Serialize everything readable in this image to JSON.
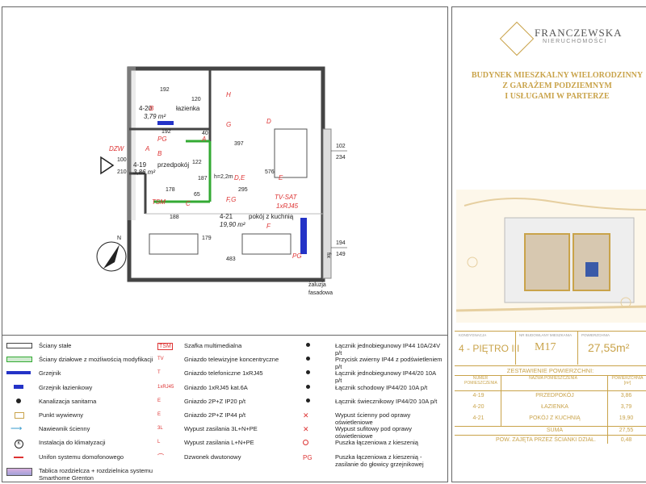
{
  "brand": {
    "name": "FRANCZEWSKA",
    "sub": "NIERUCHOMOŚCI"
  },
  "building": {
    "line1": "BUDYNEK MIESZKALNY WIELORODZINNY",
    "line2": "Z GARAŻEM PODZIEMNYM",
    "line3": "I USŁUGAMI W PARTERZE"
  },
  "info": {
    "floor_label": "KONDYGNACJA",
    "floor": "4 - PIĘTRO III",
    "unit_label": "NR BUDOWLANY MIESZKANIA",
    "unit": "M17",
    "area_label": "POWIERZCHNIA",
    "area": "27,55m²"
  },
  "summary": {
    "title": "ZESTAWIENIE POWIERZCHNI:",
    "col1": "NUMER POMIESZCZENIA",
    "col2": "NAZWA POMIESZCZENIA",
    "col3": "POWIERZCHNIA [m²]",
    "rows": [
      {
        "num": "4-19",
        "name": "PRZEDPOKÓJ",
        "area": "3,86"
      },
      {
        "num": "4-20",
        "name": "ŁAZIENKA",
        "area": "3,79"
      },
      {
        "num": "4-21",
        "name": "POKÓJ Z KUCHNIĄ",
        "area": "19,90"
      }
    ],
    "sum_label": "SUMA",
    "sum": "27,55",
    "walls_label": "POW. ZAJĘTA PRZEZ ŚCIANKI DZIAŁ.",
    "walls": "0,48"
  },
  "plan": {
    "rooms": [
      {
        "id": "4-20",
        "name": "łazienka",
        "area": "3,79 m²"
      },
      {
        "id": "4-19",
        "name": "przedpokój",
        "area": "3,86 m²"
      },
      {
        "id": "4-21",
        "name": "pokój z kuchnią",
        "area": "19,90 m²"
      }
    ],
    "dims": [
      "192",
      "120",
      "192",
      "40",
      "397",
      "576",
      "295",
      "178",
      "188",
      "483",
      "179",
      "187",
      "122",
      "65",
      "100",
      "210",
      "h=2,2m",
      "102",
      "234",
      "194",
      "149"
    ],
    "labels": {
      "tvsat": "TV-SAT",
      "rj": "1xRJ45",
      "tsm": "TSM",
      "dzw": "DZW",
      "pg": "PG",
      "zaluzja1": "żaluzja",
      "zaluzja2": "fasadowa",
      "fix": "fix",
      "north": "N"
    }
  },
  "legend_left": [
    {
      "icon": "wall",
      "label": "Ściany stałe"
    },
    {
      "icon": "wall-green",
      "label": "Ściany działowe z możliwością modyfikacji"
    },
    {
      "icon": "radiator",
      "label": "Grzejnik"
    },
    {
      "icon": "bath-radiator",
      "label": "Grzejnik łazienkowy"
    },
    {
      "icon": "sewer",
      "label": "Kanalizacja sanitarna"
    },
    {
      "icon": "vent",
      "label": "Punkt wywiewny"
    },
    {
      "icon": "arrow",
      "label": "Nawiewnik ścienny"
    },
    {
      "icon": "k-circle",
      "label": "Instalacja do klimatyzacji"
    },
    {
      "icon": "intercom",
      "label": "Unifon systemu domofonowego"
    },
    {
      "icon": "panel",
      "label": "Tablica rozdzielcza + rozdzielnica systemu Smarthome Grenton"
    }
  ],
  "legend_mid": [
    {
      "icon": "TSM",
      "label": "Szafka multimedialna"
    },
    {
      "icon": "TV",
      "label": "Gniazdo telewizyjne koncentryczne"
    },
    {
      "icon": "T",
      "label": "Gniazdo telefoniczne 1xRJ45"
    },
    {
      "icon": "1xRJ45",
      "label": "Gniazdo 1xRJ45 kat.6A"
    },
    {
      "icon": "E",
      "label": "Gniazdo 2P+Z IP20 p/t"
    },
    {
      "icon": "E",
      "label": "Gniazdo 2P+Z IP44 p/t"
    },
    {
      "icon": "3L",
      "label": "Wypust zasilania 3L+N+PE"
    },
    {
      "icon": "L",
      "label": "Wypust zasilania L+N+PE"
    },
    {
      "icon": "bell",
      "label": "Dzwonek dwutonowy"
    }
  ],
  "legend_right": [
    {
      "icon": "sw",
      "label": "Łącznik jednobiegunowy IP44 10A/24V p/t"
    },
    {
      "icon": "sw",
      "label": "Przycisk zwierny IP44 z podświetleniem p/t"
    },
    {
      "icon": "sw",
      "label": "Łącznik jednobiegunowy IP44/20 10A p/t"
    },
    {
      "icon": "sw",
      "label": "Łącznik schodowy IP44/20 10A p/t"
    },
    {
      "icon": "sw",
      "label": "Łącznik świecznikowy IP44/20 10A p/t"
    },
    {
      "icon": "x",
      "label": "Wypust ścienny pod oprawy oświetleniowe"
    },
    {
      "icon": "x",
      "label": "Wypust sufitowy pod oprawy oświetleniowe"
    },
    {
      "icon": "o",
      "label": "Puszka łączeniowa z kieszenią"
    },
    {
      "icon": "PG",
      "label": "Puszka łączeniowa z kieszenią - zasilanie do głowicy grzejnikowej"
    }
  ]
}
